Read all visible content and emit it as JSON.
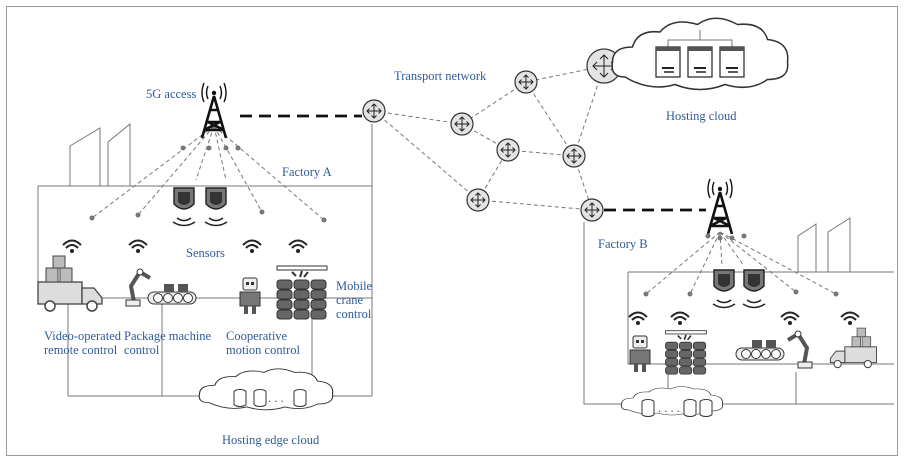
{
  "labels": {
    "access_5g": "5G access",
    "transport_network": "Transport network",
    "hosting_cloud": "Hosting cloud",
    "factory_a": "Factory A",
    "factory_b": "Factory B",
    "sensors": "Sensors",
    "mobile_crane_1": "Mobile",
    "mobile_crane_2": "crane",
    "mobile_crane_3": "control",
    "video_remote_1": "Video-operated",
    "video_remote_2": "remote control",
    "package_machine_1": "Package machine",
    "package_machine_2": "control",
    "cooperative_1": "Cooperative",
    "cooperative_2": "motion control",
    "hosting_edge_cloud": "Hosting edge cloud",
    "edge_dots": ". . .",
    "edge_dots_b": ". . . ."
  },
  "colors": {
    "label": "#2e5b9a",
    "node_fill": "#e3e3e3",
    "line": "#777777"
  },
  "icons": [
    "cell-tower-icon",
    "router-icon",
    "server-icon",
    "cloud-icon",
    "sensor-icon",
    "wifi-icon",
    "truck-icon",
    "robot-arm-icon",
    "conveyor-icon",
    "robot-icon",
    "crane-stack-icon",
    "database-icon"
  ]
}
